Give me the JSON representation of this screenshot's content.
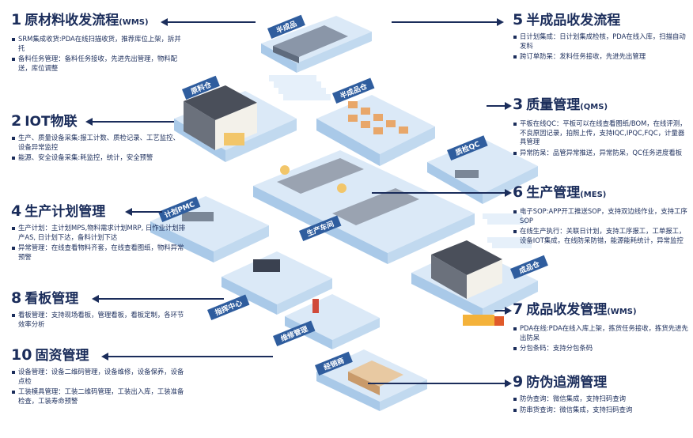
{
  "modules": [
    {
      "id": "m1",
      "number": "1",
      "title": "原材料收发流程",
      "suffix": "(WMS)",
      "items": [
        "SRM集成收货:PDA在线扫描收货，推荐库位上架，拆并托",
        "备料任务管理：备料任务接收，先进先出管理，物料配送，库位调整"
      ]
    },
    {
      "id": "m2",
      "number": "2",
      "title": "IOT物联",
      "suffix": "",
      "items": [
        "生产、质量设备采集:报工计数、质检记录、工艺监控、设备异常监控",
        "能源、安全设备采集:耗监控，统计，安全预警"
      ]
    },
    {
      "id": "m4",
      "number": "4",
      "title": "生产计划管理",
      "suffix": "",
      "items": [
        "生产计划：主计划MPS,物料需求计划MRP, 日作业计划排产AS, 日计划下达，备料计划下达",
        "异常管理：在线查看物料齐套，在线查看图纸，物料异常预警"
      ]
    },
    {
      "id": "m8",
      "number": "8",
      "title": "看板管理",
      "suffix": "",
      "items": [
        "看板管理：支持现场看板，管理看板，看板定制，各环节效率分析"
      ]
    },
    {
      "id": "m10",
      "number": "10",
      "title": "固资管理",
      "suffix": "",
      "items": [
        "设备管理：设备二维码管理，设备维修，设备保养，设备点检",
        "工装模具管理：工装二维码管理，工装出入库，工装准备检查，工装寿命预警"
      ]
    },
    {
      "id": "m5",
      "number": "5",
      "title": "半成品收发流程",
      "suffix": "",
      "items": [
        "日计划集成：日计划集成检核，PDA在线入库，扫描自动发料",
        "跨订单防呆：发料任务接收，先进先出管理"
      ]
    },
    {
      "id": "m3",
      "number": "3",
      "title": "质量管理",
      "suffix": "(QMS)",
      "items": [
        "平板在线QC：平板可以在线查看图纸/BOM，在线评测，不良原因记录，拍照上传，支持IQC,IPQC,FQC，计量器具管理",
        "异常防呆：品管异常推送，异常防呆，QC任务进度看板"
      ]
    },
    {
      "id": "m6",
      "number": "6",
      "title": "生产管理",
      "suffix": "(MES)",
      "items": [
        "电子SOP:APP开工推送SOP，支持双边线作业，支持工序SOP",
        "在线生产执行：关联日计划，支持工序报工，工单报工，设备IOT集成，在线防呆防错，能源能耗统计，异常监控"
      ]
    },
    {
      "id": "m7",
      "number": "7",
      "title": "成品收发管理",
      "suffix": "(WMS)",
      "items": [
        "PDA在线:PDA在线入库上架，拣货任务接收，拣货先进先出防呆",
        "分包条码：支持分包条码"
      ]
    },
    {
      "id": "m9",
      "number": "9",
      "title": "防伪追溯管理",
      "suffix": "",
      "items": [
        "防伪查询：微信集成，支持扫码查询",
        "防串货查询：微信集成，支持扫码查询"
      ]
    }
  ],
  "zones": [
    "半成品",
    "半成品仓",
    "原料仓",
    "质检QC",
    "计划PMC",
    "生产车间",
    "指挥中心",
    "成品仓",
    "维修管理",
    "经销商"
  ],
  "colors": {
    "navy": "#1b2d5b",
    "platform": "#cfe3f5",
    "platform_side": "#9fc3e6",
    "label_bg": "#2f5d9e",
    "accent": "#f4b23a"
  }
}
